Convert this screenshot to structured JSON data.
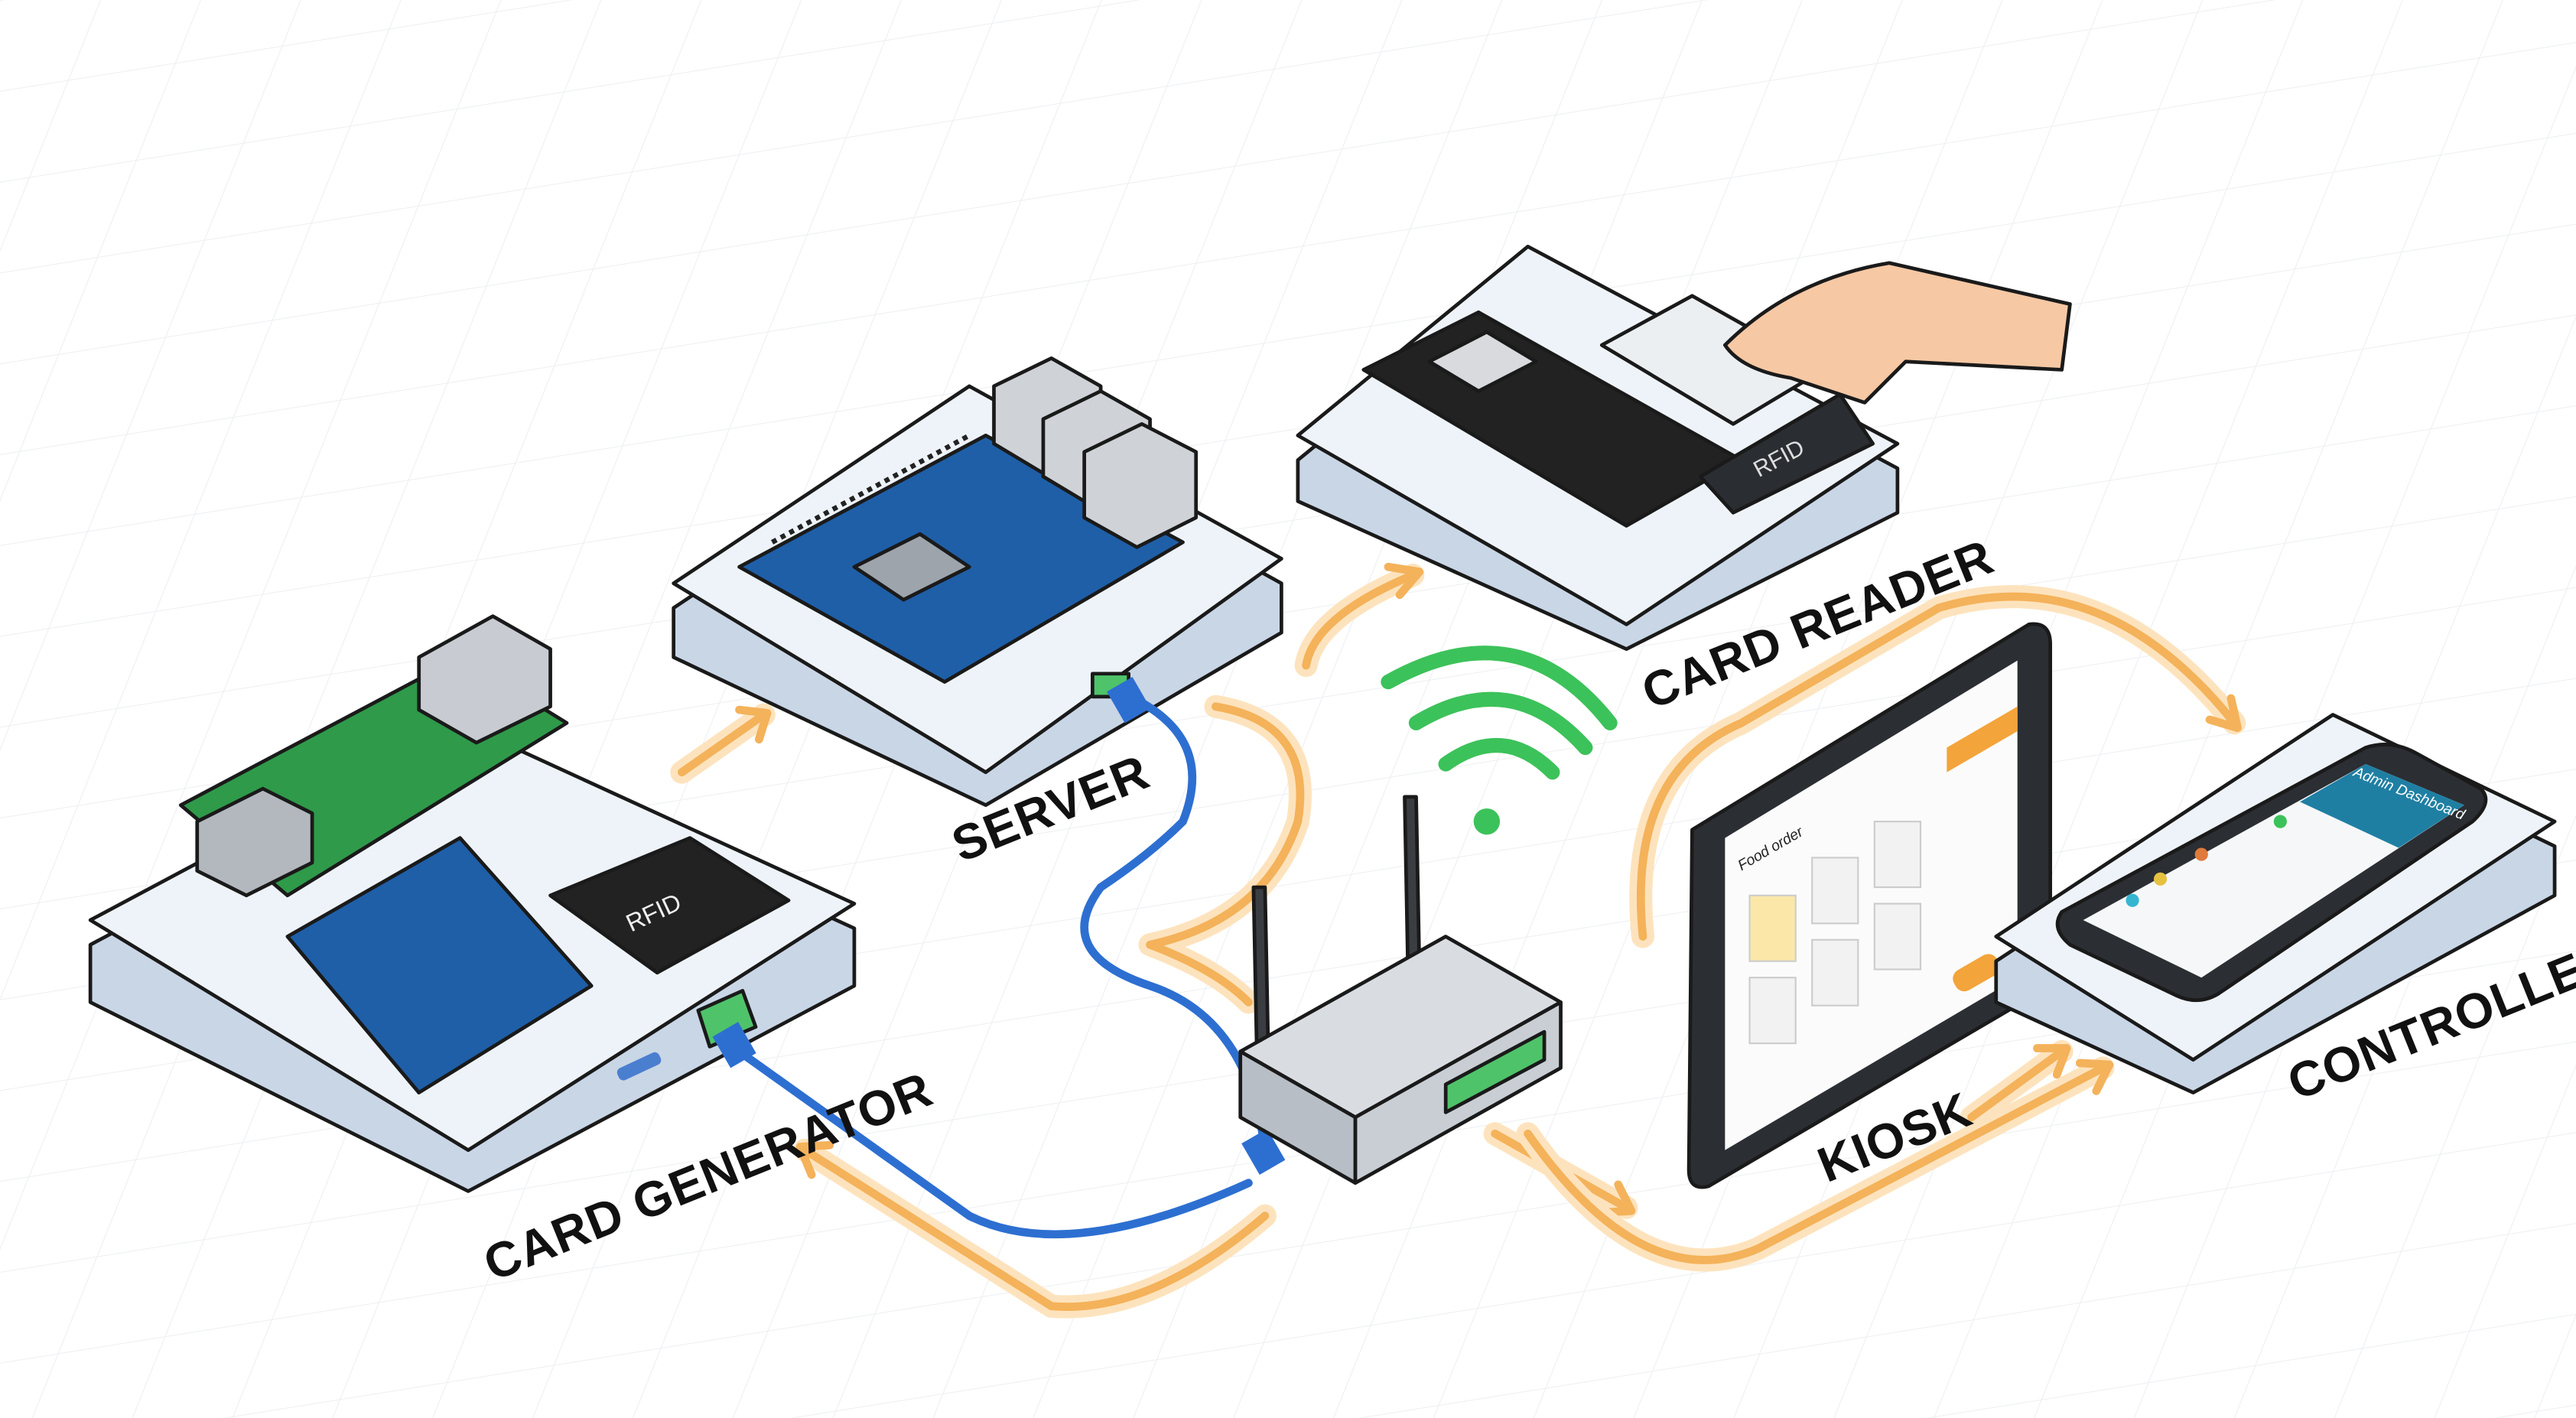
{
  "labels": {
    "card_generator": "CARD GENERATOR",
    "server": "SERVER",
    "card_reader": "CARD READER",
    "kiosk": "KIOSK",
    "controller": "CONTROLLER"
  },
  "card_generator": {
    "rfid_pad": "RFID"
  },
  "card_reader": {
    "rfid_pad": "RFID"
  },
  "kiosk_screen": {
    "title": "Food order"
  },
  "controller_screen": {
    "title": "Admin Dashboard"
  },
  "colors": {
    "flow_arrow": "#f4b25a",
    "ethernet_cable": "#2d6fd1",
    "wifi": "#3cc25a",
    "platform": "#e9f0f8",
    "pcb_green": "#2f9a4a",
    "pcb_blue": "#1f5fa8",
    "kiosk_accent": "#f3a43b",
    "controller_header": "#1f7fa3"
  }
}
